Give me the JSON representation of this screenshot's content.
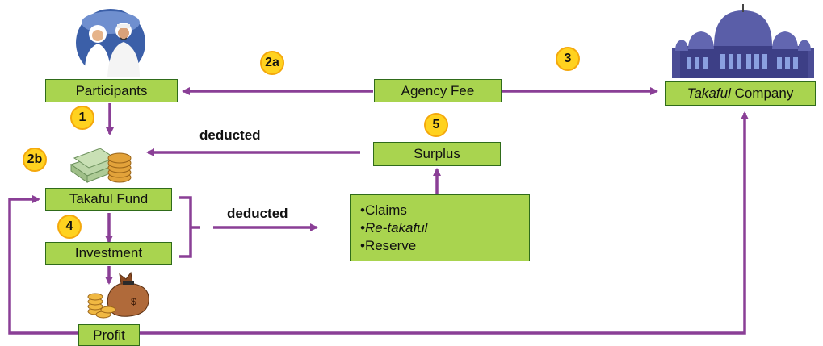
{
  "boxes": {
    "participants": "Participants",
    "agency_fee": "Agency Fee",
    "takaful_company_italic": "Takaful",
    "takaful_company_rest": " Company",
    "surplus": "Surplus",
    "takaful_fund": "Takaful Fund",
    "investment": "Investment",
    "profit": "Profit"
  },
  "outcomes": {
    "claims": "Claims",
    "re_takaful": "Re-takaful",
    "reserve": "Reserve"
  },
  "labels": {
    "deducted_top": "deducted",
    "deducted_mid": "deducted"
  },
  "badges": {
    "b1": "1",
    "b2a": "2a",
    "b2b": "2b",
    "b3": "3",
    "b4": "4",
    "b5": "5"
  },
  "colors": {
    "box_fill": "#a9d44f",
    "arrow": "#8a3f96",
    "badge": "#ffd21f"
  },
  "icons": [
    "participants-people-icon",
    "mosque-icon",
    "money-stack-icon",
    "money-bag-icon"
  ]
}
